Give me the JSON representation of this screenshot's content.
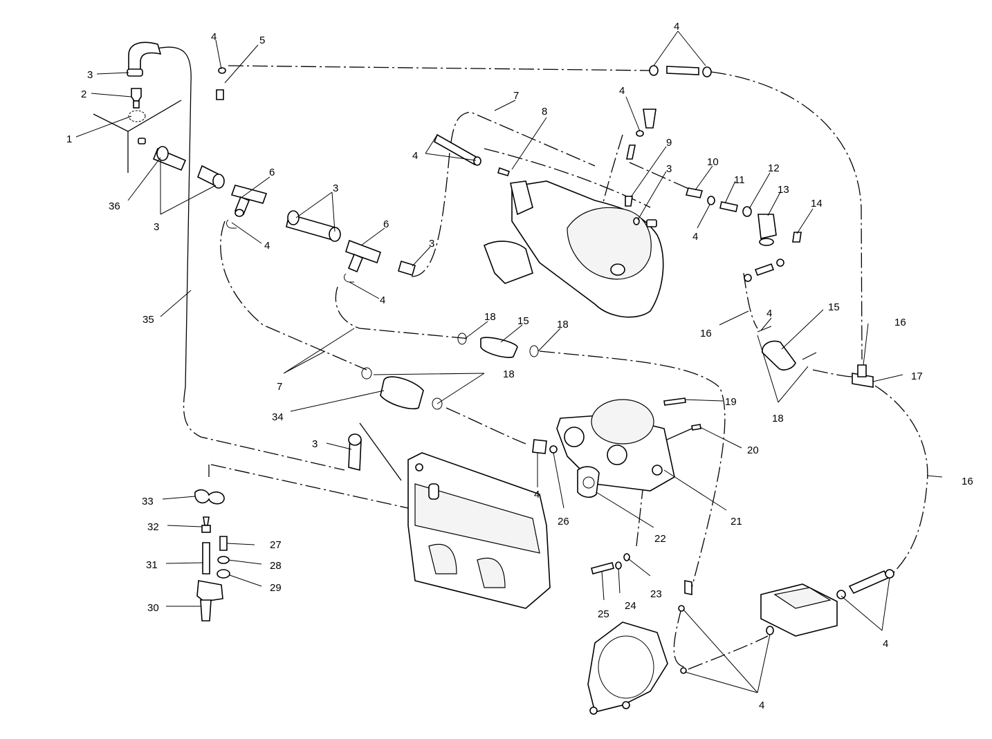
{
  "callouts": [
    {
      "id": "c1",
      "text": "1"
    },
    {
      "id": "c2",
      "text": "2"
    },
    {
      "id": "c3a",
      "text": "3"
    },
    {
      "id": "c4a",
      "text": "4"
    },
    {
      "id": "c5",
      "text": "5"
    },
    {
      "id": "c4b",
      "text": "4"
    },
    {
      "id": "c7a",
      "text": "7"
    },
    {
      "id": "c8",
      "text": "8"
    },
    {
      "id": "c4c",
      "text": "4"
    },
    {
      "id": "c4d",
      "text": "4"
    },
    {
      "id": "c9",
      "text": "9"
    },
    {
      "id": "c3b",
      "text": "3"
    },
    {
      "id": "c10",
      "text": "10"
    },
    {
      "id": "c11",
      "text": "11"
    },
    {
      "id": "c12",
      "text": "12"
    },
    {
      "id": "c13",
      "text": "13"
    },
    {
      "id": "c14",
      "text": "14"
    },
    {
      "id": "c4e",
      "text": "4"
    },
    {
      "id": "c36",
      "text": "36"
    },
    {
      "id": "c3c",
      "text": "3"
    },
    {
      "id": "c6a",
      "text": "6"
    },
    {
      "id": "c3d",
      "text": "3"
    },
    {
      "id": "c4f",
      "text": "4"
    },
    {
      "id": "c6b",
      "text": "6"
    },
    {
      "id": "c3e",
      "text": "3"
    },
    {
      "id": "c4g",
      "text": "4"
    },
    {
      "id": "c35",
      "text": "35"
    },
    {
      "id": "c7b",
      "text": "7"
    },
    {
      "id": "c18a",
      "text": "18"
    },
    {
      "id": "c15a",
      "text": "15"
    },
    {
      "id": "c18b",
      "text": "18"
    },
    {
      "id": "c16a",
      "text": "16"
    },
    {
      "id": "c4h",
      "text": "4"
    },
    {
      "id": "c15b",
      "text": "15"
    },
    {
      "id": "c16b",
      "text": "16"
    },
    {
      "id": "c17",
      "text": "17"
    },
    {
      "id": "c18c",
      "text": "18"
    },
    {
      "id": "c18d",
      "text": "18"
    },
    {
      "id": "c34",
      "text": "34"
    },
    {
      "id": "c19",
      "text": "19"
    },
    {
      "id": "c20",
      "text": "20"
    },
    {
      "id": "c16c",
      "text": "16"
    },
    {
      "id": "c3f",
      "text": "3"
    },
    {
      "id": "c4i",
      "text": "4"
    },
    {
      "id": "c21",
      "text": "21"
    },
    {
      "id": "c26",
      "text": "26"
    },
    {
      "id": "c22",
      "text": "22"
    },
    {
      "id": "c33",
      "text": "33"
    },
    {
      "id": "c32",
      "text": "32"
    },
    {
      "id": "c27",
      "text": "27"
    },
    {
      "id": "c28",
      "text": "28"
    },
    {
      "id": "c31",
      "text": "31"
    },
    {
      "id": "c29",
      "text": "29"
    },
    {
      "id": "c30",
      "text": "30"
    },
    {
      "id": "c23",
      "text": "23"
    },
    {
      "id": "c24",
      "text": "24"
    },
    {
      "id": "c25",
      "text": "25"
    },
    {
      "id": "c4j",
      "text": "4"
    },
    {
      "id": "c4k",
      "text": "4"
    }
  ]
}
